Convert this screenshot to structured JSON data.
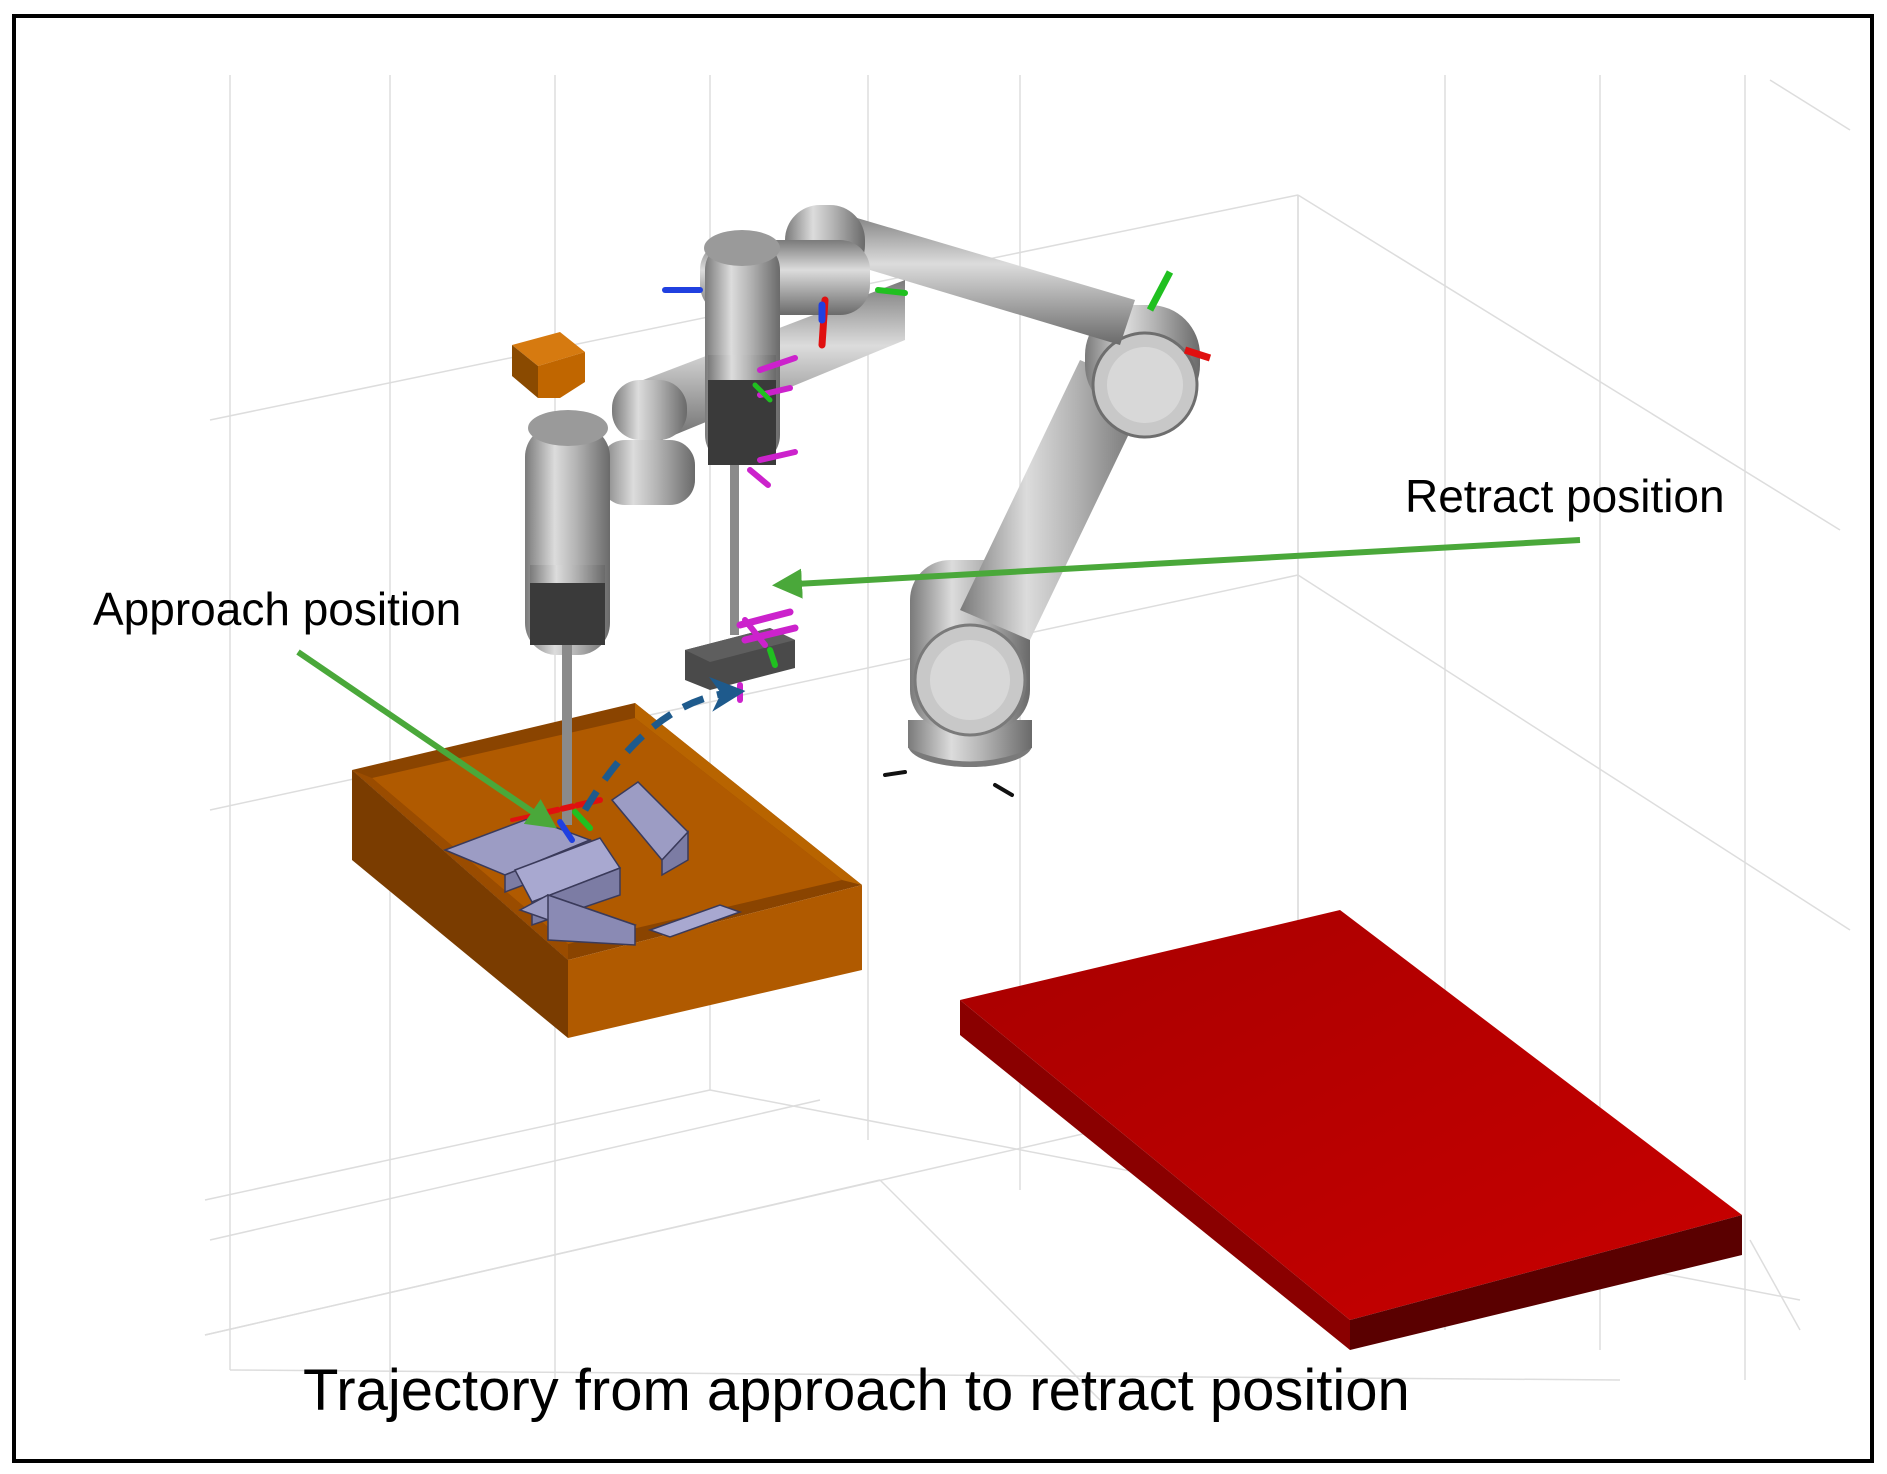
{
  "labels": {
    "approach": "Approach position",
    "retract": "Retract position",
    "caption": "Trajectory from approach to retract position"
  },
  "colors": {
    "bin": "#b05a00",
    "bin_dark": "#7a3c00",
    "pallet": "#b80000",
    "pallet_dark": "#5a0000",
    "arm": "#a8a8a8",
    "arm_light": "#d4d4d4",
    "arm_dark": "#6e6e6e",
    "part": "#9c9cc4",
    "pointer_arrow": "#4aa83a",
    "trajectory": "#1e5a8c",
    "grid": "#dddddd",
    "frame_x": "#e01010",
    "frame_y": "#20c020",
    "frame_z": "#2040e0",
    "tcp_frame": "#cc22cc"
  }
}
